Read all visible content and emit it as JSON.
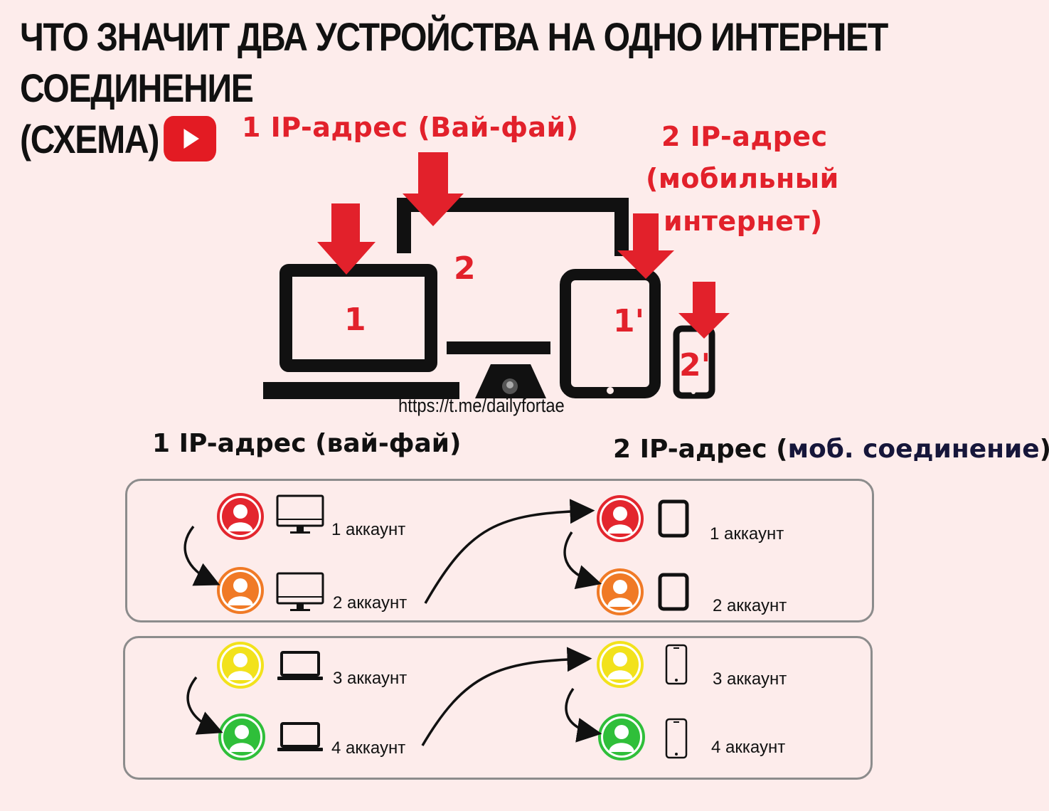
{
  "title": {
    "line1": "ЧТО ЗНАЧИТ ДВА УСТРОЙСТВА НА ОДНО ИНТЕРНЕТ СОЕДИНЕНИЕ",
    "line2": "(СХЕМА)",
    "icon": "youtube-play-icon"
  },
  "diagram": {
    "wifi_label": "1 IP-адрес (Вай-фай)",
    "mobile_label_line1": "2 IP-адрес",
    "mobile_label_line2": "(мобильный",
    "mobile_label_line3": "интернет)",
    "laptop_number": "1",
    "monitor_number": "2",
    "tablet_number": "1'",
    "phone_number": "2'",
    "url": "https://t.me/dailyfortae"
  },
  "sections": {
    "left_title": "1 IP-адрес (вай-фай)",
    "right_title_prefix": "2 IP-адрес (",
    "right_title_emph": "моб. соединение",
    "right_title_suffix": ")"
  },
  "panel1": {
    "left": [
      {
        "label": "1 аккаунт",
        "color": "#e3262e",
        "device": "monitor-icon"
      },
      {
        "label": "2 аккаунт",
        "color": "#f07a26",
        "device": "monitor-icon"
      }
    ],
    "right": [
      {
        "label": "1 аккаунт",
        "color": "#e3262e",
        "device": "tablet-icon"
      },
      {
        "label": "2 аккаунт",
        "color": "#f07a26",
        "device": "tablet-icon"
      }
    ]
  },
  "panel2": {
    "left": [
      {
        "label": "3 аккаунт",
        "color": "#f2e21c",
        "device": "laptop-icon"
      },
      {
        "label": "4 аккаунт",
        "color": "#2fbf3a",
        "device": "laptop-icon"
      }
    ],
    "right": [
      {
        "label": "3 аккаунт",
        "color": "#f2e21c",
        "device": "phone-icon"
      },
      {
        "label": "4 аккаунт",
        "color": "#2fbf3a",
        "device": "phone-icon"
      }
    ]
  },
  "colors": {
    "background": "#fdeceb",
    "accent_red": "#e2212b",
    "device_black": "#111111",
    "panel_border": "#8c8c8c"
  }
}
